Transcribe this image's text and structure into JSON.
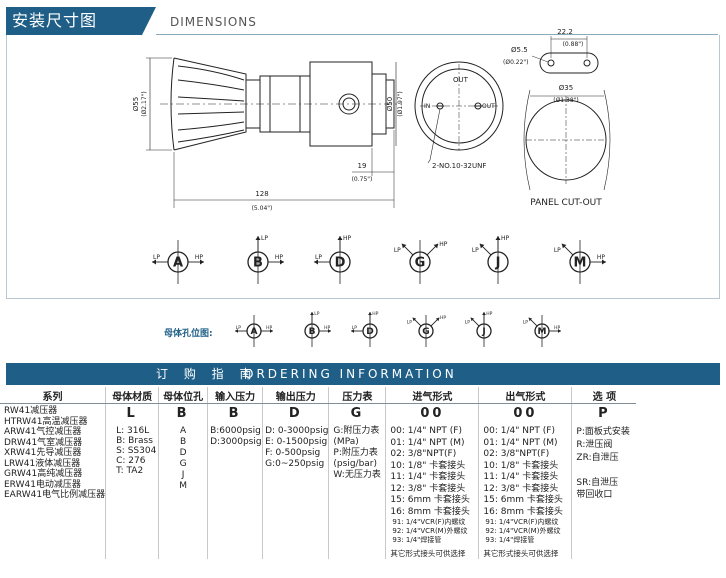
{
  "header": {
    "title": "安装尺寸图",
    "subtitle": "DIMENSIONS"
  },
  "drawing": {
    "dims": {
      "len_total": "128",
      "len_total_in": "(5.04\")",
      "dia55": "Ø55",
      "dia55_in": "(Ø2.17\")",
      "dia50": "Ø50",
      "dia50_in": "(Ø1.97\")",
      "len19": "19",
      "len19_in": "(0.75\")",
      "in": "IN",
      "out": "OUT",
      "out_top": "OUT",
      "thread": "2-NO.10-32UNF",
      "hole_w": "22.2",
      "hole_w_in": "(0.88\")",
      "hole_d": "Ø5.5",
      "hole_d_in": "(Ø0.22\")",
      "panel_d": "Ø35",
      "panel_d_in": "(Ø1.38\")",
      "panel_cutout": "PANEL CUT-OUT"
    }
  },
  "ports": {
    "lp": "LP",
    "hp": "HP",
    "letters": [
      "A",
      "B",
      "D",
      "G",
      "J",
      "M"
    ],
    "position_label": "母体孔位图:"
  },
  "ordering": {
    "title_cn": "订 购 指 南",
    "title_en": "ORDERING  INFORMATION",
    "headers": [
      "系列",
      "母体材质",
      "母体位孔",
      "输入压力",
      "输出压力",
      "压力表",
      "进气形式",
      "出气形式",
      "选 项"
    ],
    "codes": {
      "material": "L",
      "position": "B",
      "inlet_p": "B",
      "outlet_p": "D",
      "gauge": "G",
      "inlet": "00",
      "outlet": "00",
      "option": "P"
    },
    "series": [
      "RW41减压器",
      "HTRW41高温减压器",
      "ARW41气控减压器",
      "DRW41气室减压器",
      "XRW41先导减压器",
      "LRW41液体减压器",
      "GRW41高纯减压器",
      "ERW41电动减压器",
      "EARW41电气比例减压器"
    ],
    "materials": [
      "L:  316L",
      "B:  Brass",
      "S:  SS304",
      "C:  276",
      "T:  TA2"
    ],
    "positions": [
      "A",
      "B",
      "D",
      "G",
      "J",
      "M"
    ],
    "inlet_pressure": [
      "B:6000psig",
      "D:3000psig"
    ],
    "outlet_pressure": [
      "D: 0-3000psig",
      "E: 0-1500psig",
      "F: 0-500psig",
      "G:0~250psig"
    ],
    "gauge": [
      "G:附压力表",
      "(MPa)",
      "P:附压力表",
      "(psig/bar)",
      "W:无压力表"
    ],
    "inlet_forms": [
      "00:  1/4\" NPT (F)",
      "01:  1/4\" NPT (M)",
      "02:  3/8\"NPT(F)",
      "10:  1/8\" 卡套接头",
      "11:  1/4\" 卡套接头",
      "12:  3/8\" 卡套接头",
      "15:  6mm 卡套接头",
      "16:  8mm 卡套接头"
    ],
    "inlet_small": [
      "91:  1/4\"VCR(F)内螺纹",
      "92:  1/4\"VCR(M)外螺纹",
      "93:  1/4\"焊接管"
    ],
    "outlet_forms": [
      "00:  1/4\" NPT (F)",
      "01:  1/4\" NPT (M)",
      "02:  3/8\"NPT(F)",
      "10:  1/8\" 卡套接头",
      "11:  1/4\" 卡套接头",
      "12:  3/8\" 卡套接头",
      "15:  6mm 卡套接头",
      "16:  8mm 卡套接头"
    ],
    "outlet_small": [
      "91:  1/4\"VCR(F)内螺纹",
      "92:  1/4\"VCR(M)外螺纹",
      "93:  1/4\"焊接管"
    ],
    "note": "其它形式接头可供选择",
    "options": [
      "P:面板式安装",
      "R:泄压阀",
      "ZR:自泄压",
      "SR:自泄压",
      "带回收口"
    ]
  }
}
